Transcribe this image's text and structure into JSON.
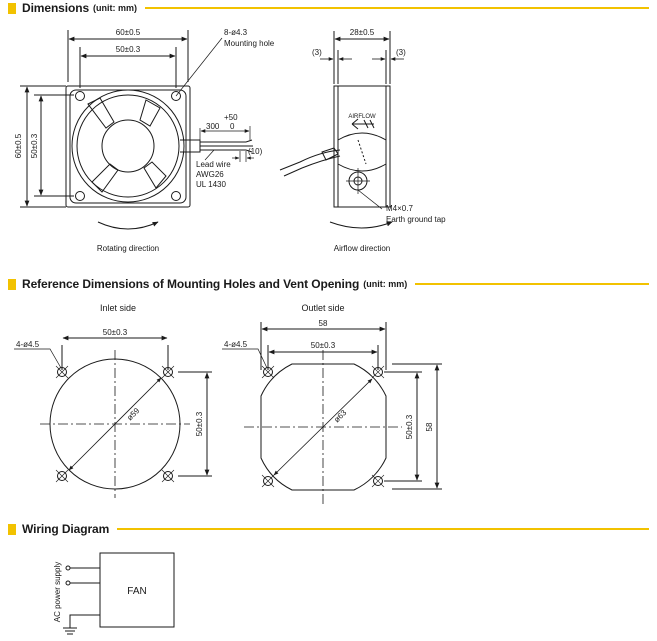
{
  "sections": {
    "dimensions": {
      "title": "Dimensions",
      "unit": "(unit: mm)"
    },
    "reference": {
      "title": "Reference Dimensions of Mounting Holes and Vent Opening",
      "unit": "(unit: mm)"
    },
    "wiring": {
      "title": "Wiring Diagram"
    }
  },
  "front_view": {
    "width_dim": "60±0.5",
    "hole_pitch_dim": "50±0.3",
    "height_dim": "60±0.5",
    "height_pitch_dim": "50±0.3",
    "hole_label": "8-ø4.3",
    "hole_label_2": "Mounting hole",
    "lead_plus": "+50",
    "lead_300": "300",
    "lead_0": "0",
    "lead_strip": "(10)",
    "lead_wire_1": "Lead wire",
    "lead_wire_2": "AWG26",
    "lead_wire_3": "UL 1430",
    "rotating_label": "Rotating direction"
  },
  "side_view": {
    "depth_dim": "28±0.5",
    "flange_left": "(3)",
    "flange_right": "(3)",
    "airflow_text": "AIRFLOW",
    "screw_label": "M4×0.7",
    "screw_label_2": "Earth ground tap",
    "airflow_label": "Airflow direction"
  },
  "inlet": {
    "caption": "Inlet side",
    "hole_label": "4-ø4.5",
    "pitch_h": "50±0.3",
    "pitch_v": "50±0.3",
    "diameter": "ø59"
  },
  "outlet": {
    "caption": "Outlet side",
    "width_dim": "58",
    "hole_label": "4-ø4.5",
    "pitch_h": "50±0.3",
    "pitch_v": "50±0.3",
    "height_dim": "58",
    "diameter": "ø63"
  },
  "wiring": {
    "supply_label": "AC power supply",
    "fan_label": "FAN"
  }
}
